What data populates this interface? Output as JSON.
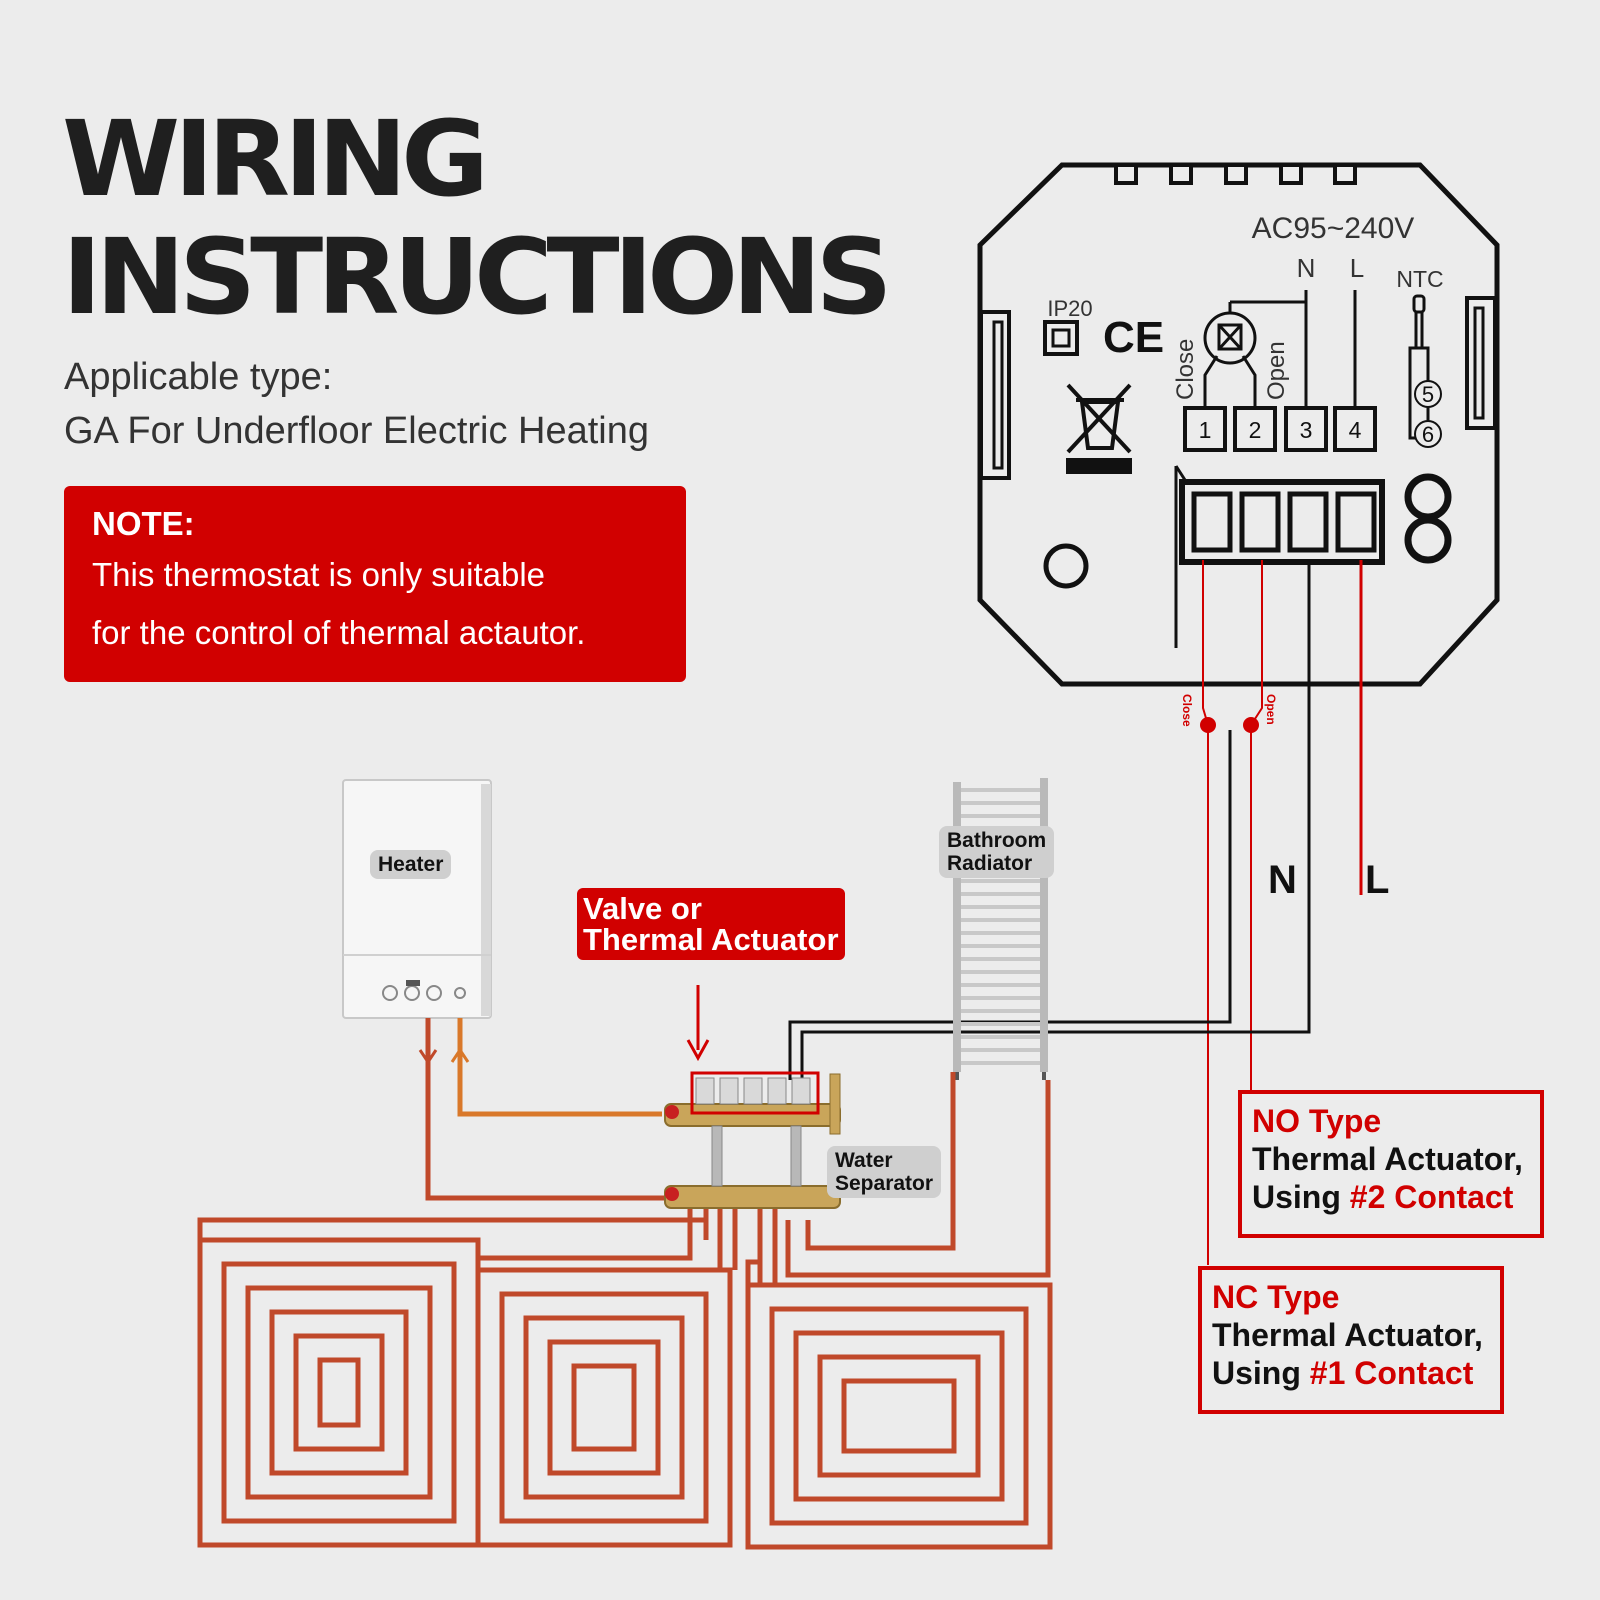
{
  "title": {
    "line1": "WIRING",
    "line2": "INSTRUCTIONS"
  },
  "applicable": {
    "line1": "Applicable type:",
    "line2": "GA For Underfloor Electric Heating"
  },
  "note": {
    "title": "NOTE:",
    "line1": "This thermostat is only suitable",
    "line2": "for the control of thermal actautor."
  },
  "device": {
    "voltage": "AC95~240V",
    "label_n": "N",
    "label_l": "L",
    "label_ntc": "NTC",
    "label_ip": "IP20",
    "label_ce": "CE",
    "label_close": "Close",
    "label_open": "Open",
    "terminals": [
      "1",
      "2",
      "3",
      "4"
    ],
    "ntc_terminals": [
      "5",
      "6"
    ]
  },
  "wires": {
    "close_tag": "Close",
    "open_tag": "Open",
    "n_label": "N",
    "l_label": "L"
  },
  "components": {
    "heater": "Heater",
    "bathroom_radiator_line1": "Bathroom",
    "bathroom_radiator_line2": "Radiator",
    "valve_line1": "Valve or",
    "valve_line2": "Thermal Actuator",
    "water_separator_line1": "Water",
    "water_separator_line2": "Separator"
  },
  "no_type": {
    "line1": "NO Type",
    "line2": "Thermal Actuator,",
    "line3_prefix": "Using ",
    "line3_contact": "#2 Contact"
  },
  "nc_type": {
    "line1": "NC Type",
    "line2": "Thermal Actuator,",
    "line3_prefix": "Using ",
    "line3_contact": "#1 Contact"
  },
  "colors": {
    "accent_red": "#d10000",
    "pipe_orange": "#c0492a",
    "background": "#ececec"
  }
}
